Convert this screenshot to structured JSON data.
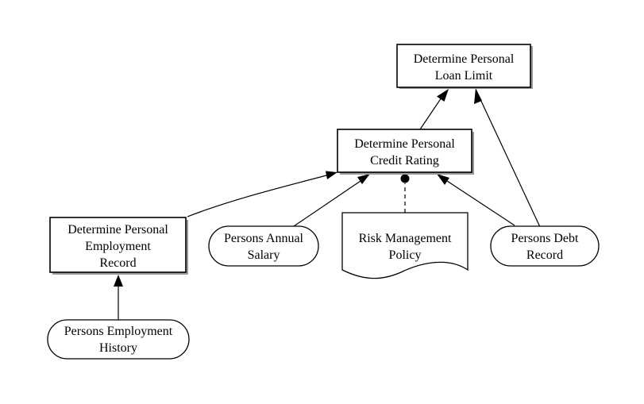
{
  "decisions": {
    "loan_limit": {
      "line1": "Determine Personal",
      "line2": "Loan Limit"
    },
    "credit_rating": {
      "line1": "Determine Personal",
      "line2": "Credit Rating"
    },
    "employment_record": {
      "line1": "Determine Personal",
      "line2": "Employment",
      "line3": "Record"
    }
  },
  "inputs": {
    "annual_salary": {
      "line1": "Persons Annual",
      "line2": "Salary"
    },
    "debt_record": {
      "line1": "Persons Debt",
      "line2": "Record"
    },
    "employment_history": {
      "line1": "Persons Employment",
      "line2": "History"
    }
  },
  "knowledge_sources": {
    "risk_policy": {
      "line1": "Risk Management",
      "line2": "Policy"
    }
  }
}
